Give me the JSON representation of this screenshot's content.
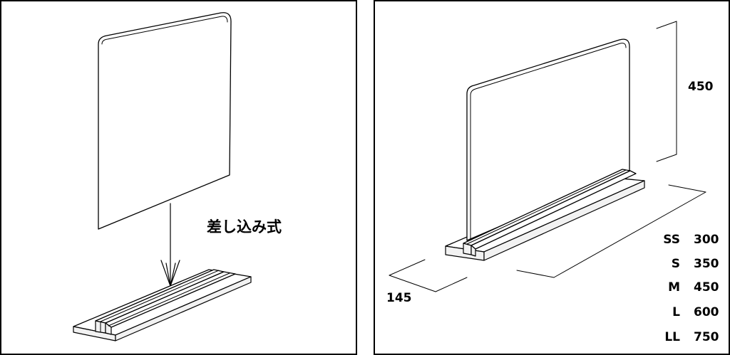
{
  "left_panel": {
    "caption": "差し込み式"
  },
  "right_panel": {
    "height_dimension": "450",
    "depth_dimension": "145",
    "size_table": [
      {
        "size": "SS",
        "width": "300"
      },
      {
        "size": "S",
        "width": "350"
      },
      {
        "size": "M",
        "width": "450"
      },
      {
        "size": "L",
        "width": "600"
      },
      {
        "size": "LL",
        "width": "750"
      }
    ]
  }
}
